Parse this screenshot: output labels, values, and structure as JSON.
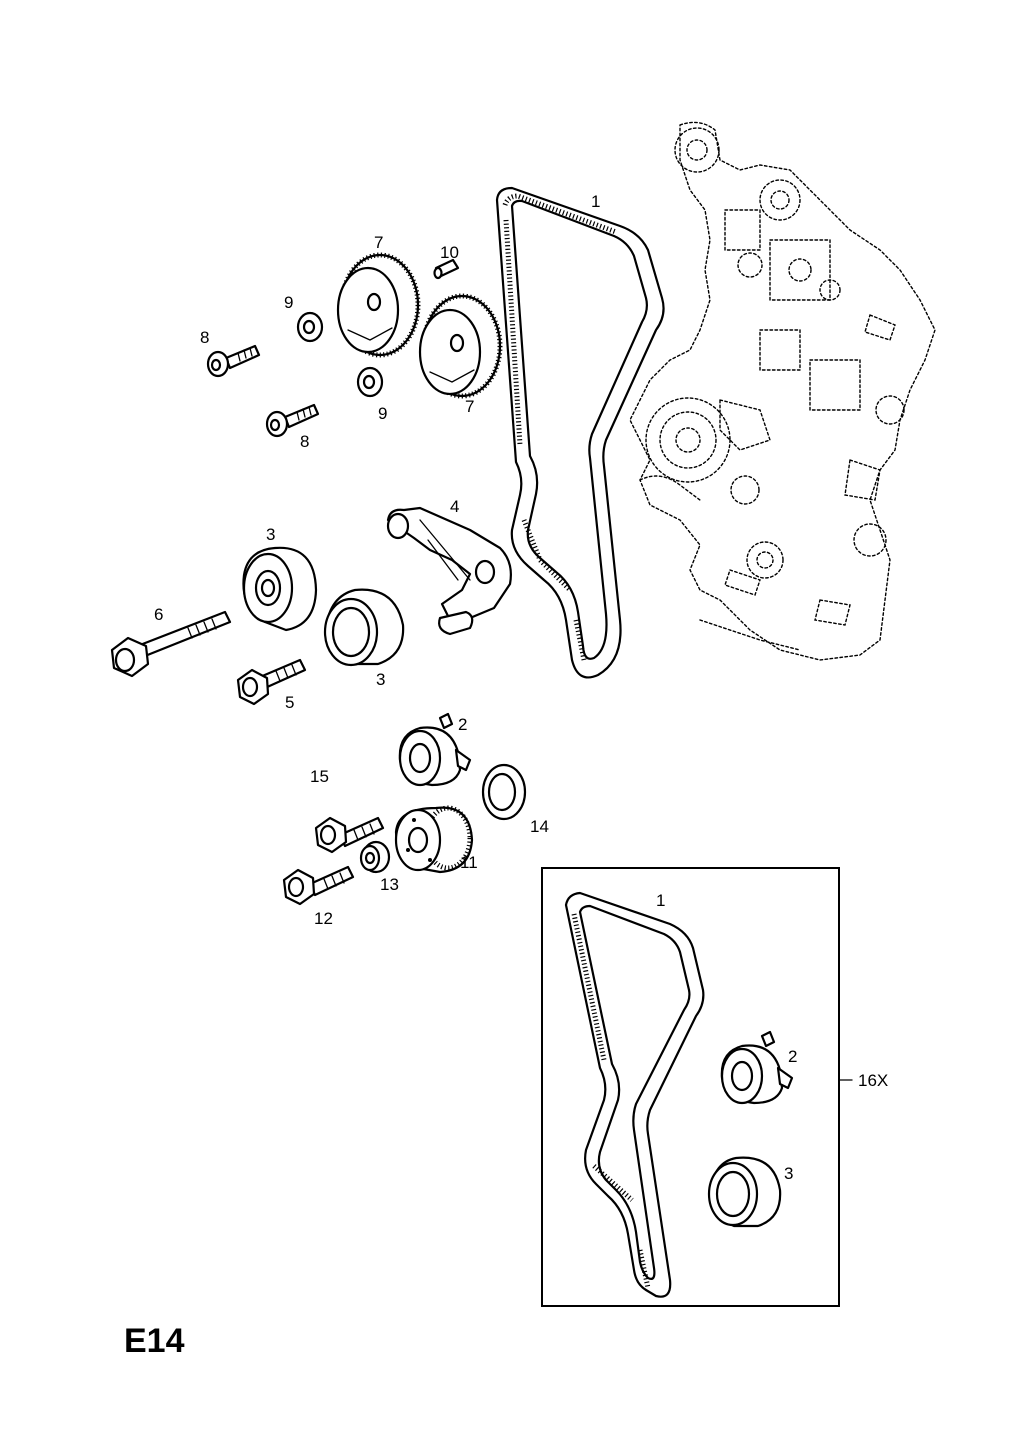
{
  "page_code": "E14",
  "labels": {
    "belt": "1",
    "tensioner": "2",
    "idler_upper": "3",
    "idler_lower": "3",
    "bracket": "4",
    "bolt_5": "5",
    "bolt_6": "6",
    "pulley_upper": "7",
    "pulley_lower": "7",
    "bolt_upper": "8",
    "bolt_lower": "8",
    "washer_upper": "9",
    "washer_lower": "9",
    "pin": "10",
    "crank_gear": "11",
    "bolt_12": "12",
    "washer_13": "13",
    "seal_14": "14",
    "bolt_15": "15"
  },
  "kit": {
    "code": "16X",
    "belt": "1",
    "tensioner": "2",
    "idler": "3"
  }
}
